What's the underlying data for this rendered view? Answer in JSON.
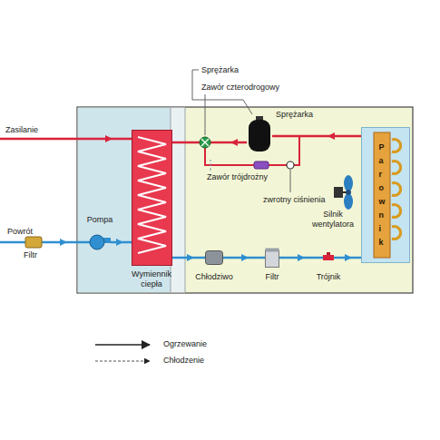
{
  "diagram": {
    "nodes": [
      {
        "text": [
          "Sprężarka"
        ]
      },
      {
        "text": [
          "Parownik"
        ]
      },
      {
        "text": [
          "Pompa"
        ]
      },
      {
        "text": [
          "Wymiennik ciepła"
        ]
      },
      {
        "text": [
          "Chłodziwo"
        ]
      },
      {
        "text": [
          "Filtr"
        ]
      },
      {
        "text": [
          "Trójnik"
        ]
      }
    ],
    "edges": [
      {
        "from": 2,
        "to": 3,
        "arrow": "none"
      },
      {
        "from": 3,
        "to": 4,
        "arrow": "none"
      },
      {
        "from": 4,
        "to": 5,
        "arrow": "none"
      },
      {
        "from": 5,
        "to": 6,
        "arrow": "none"
      },
      {
        "from": 6,
        "to": 1,
        "arrow": "none"
      },
      {
        "from": 1,
        "to": 0,
        "arrow": "none"
      },
      {
        "from": 0,
        "to": 3,
        "arrow": "none"
      }
    ],
    "labels": [
      "Sprężarka",
      "Zawór czterodrogowy",
      "Zasilanie",
      "Zawór trójdrożny",
      "zwrotny ciśnienia",
      "Silnik wentylatora",
      "Powrót",
      "Filtr"
    ],
    "legend": [
      {
        "text": "Ogrzewanie"
      },
      {
        "text": "Chłodzenie"
      }
    ]
  }
}
